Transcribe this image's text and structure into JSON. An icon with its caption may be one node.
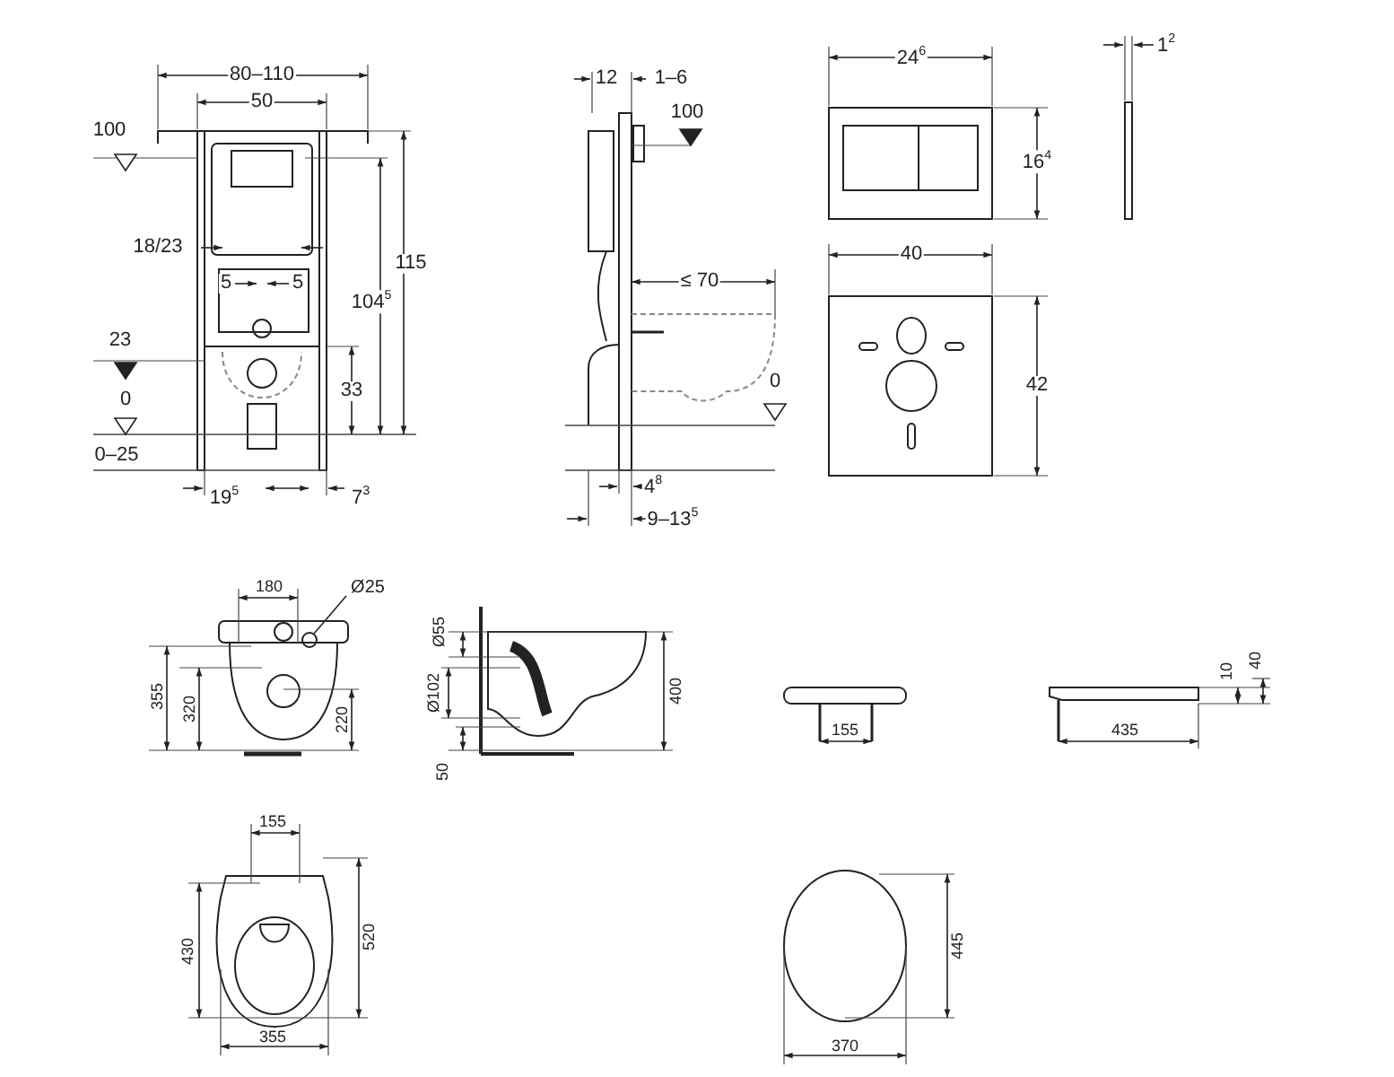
{
  "diagram": {
    "nodes": [
      {
        "text": [
          "Ø25"
        ]
      },
      {
        "text": [],
        "shape": "circle"
      }
    ],
    "edges": [
      {
        "from": 0,
        "to": 1,
        "arrow": "none"
      }
    ],
    "labels": [
      "80–110",
      "50",
      "100",
      "18/23",
      "5",
      "5",
      "115",
      "104$^{5}$",
      "23",
      "33",
      "0",
      "0–25",
      "19$^{5}$",
      "7$^{3}$",
      "12",
      "1–6",
      "100",
      "≤ 70",
      "0",
      "4$^{8}$",
      "9–13$^{5}$",
      "24$^{6}$",
      "1$^{2}$",
      "16$^{4}$",
      "40",
      "42",
      "180",
      "355",
      "320",
      "220",
      "Ø55",
      "Ø102",
      "400",
      "50",
      "155",
      "435",
      "10",
      "40",
      "155",
      "430",
      "520",
      "355",
      "445",
      "370"
    ]
  }
}
